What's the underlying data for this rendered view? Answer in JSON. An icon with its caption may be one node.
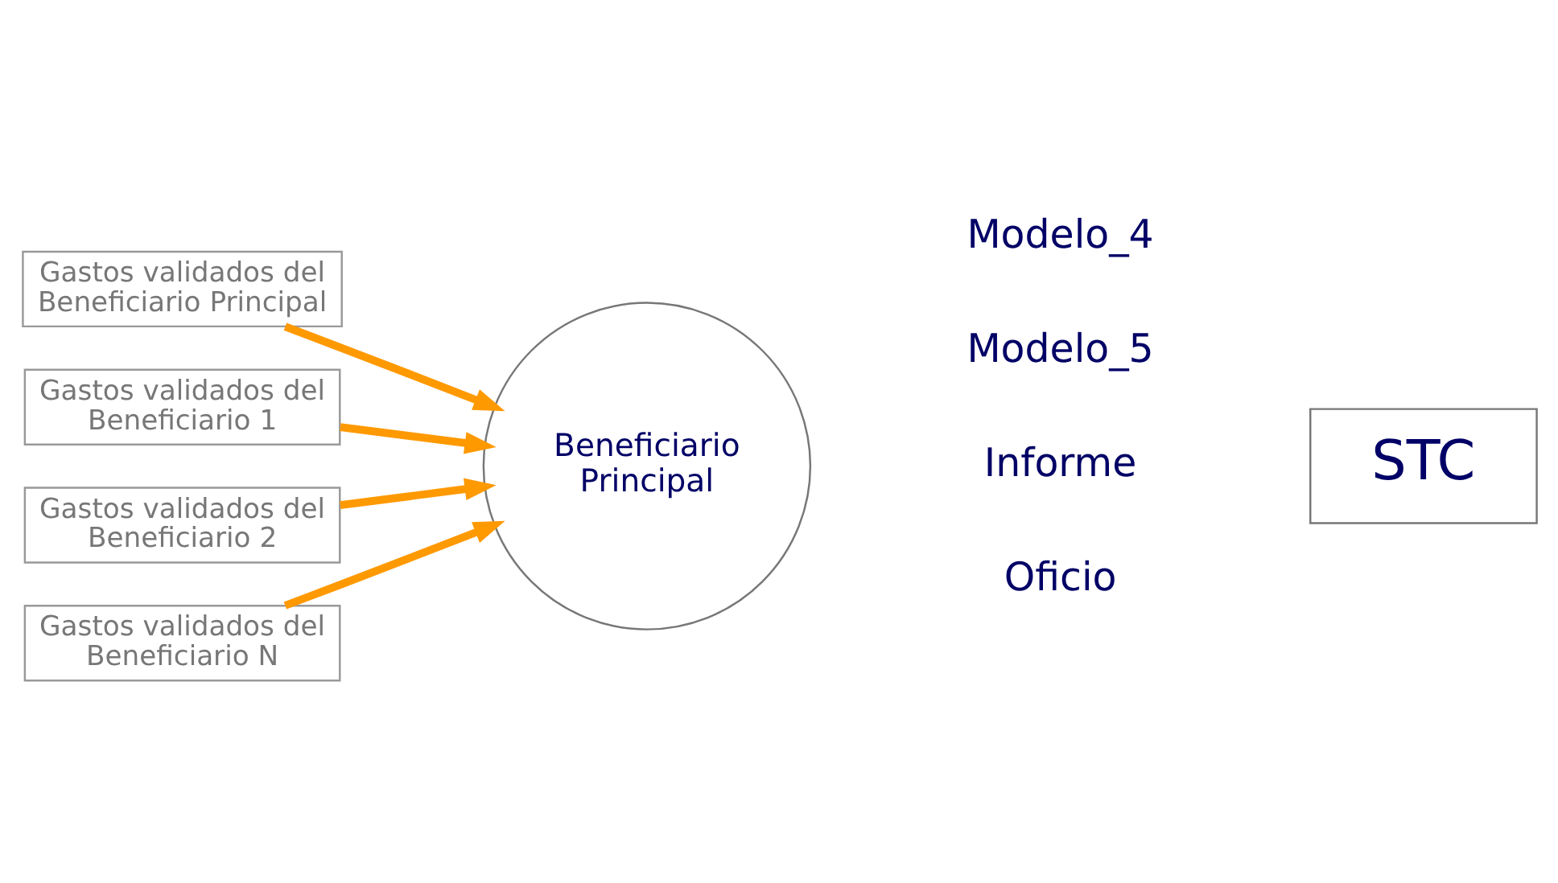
{
  "diagram": {
    "nodes": [
      {
        "text": [
          "Gastos validados del Beneficiario Principal"
        ]
      },
      {
        "text": [
          "Gastos validados del Beneficiario 1"
        ]
      },
      {
        "text": [
          "Gastos validados del Beneficiario 2"
        ]
      },
      {
        "text": [
          "Gastos validados del Beneficiario N"
        ]
      },
      {
        "text": [
          "Beneficiario Principal"
        ]
      },
      {
        "text": [
          "STC"
        ]
      }
    ],
    "edges": [
      {
        "from": 0,
        "to": 4,
        "arrow": "to"
      },
      {
        "from": 1,
        "to": 4,
        "arrow": "to"
      },
      {
        "from": 2,
        "to": 4,
        "arrow": "to"
      },
      {
        "from": 3,
        "to": 4,
        "arrow": "to"
      }
    ],
    "labels": [
      "Modelo_4",
      "Modelo_5",
      "Informe",
      "Oficio"
    ]
  }
}
